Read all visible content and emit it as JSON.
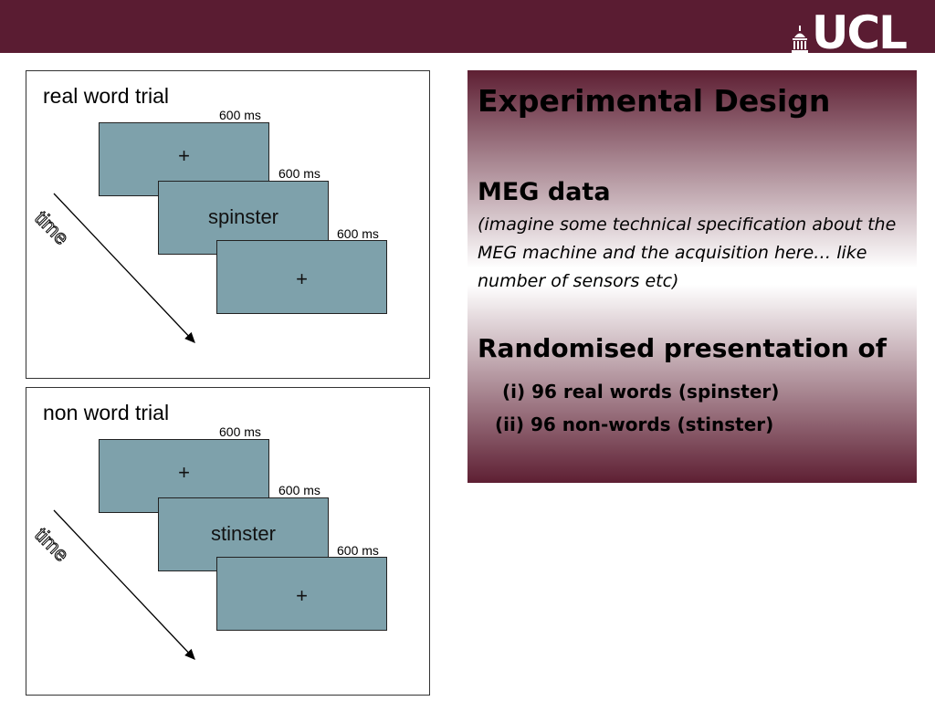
{
  "header": {
    "logo_text": "UCL",
    "bar_color": "#5a1c32"
  },
  "trials": [
    {
      "title": "real word trial",
      "stimuli": [
        "+",
        "spinster",
        "+"
      ],
      "durations": [
        "600 ms",
        "600 ms",
        "600 ms"
      ],
      "axis_label": "time"
    },
    {
      "title": "non word trial",
      "stimuli": [
        "+",
        "stinster",
        "+"
      ],
      "durations": [
        "600 ms",
        "600 ms",
        "600 ms"
      ],
      "axis_label": "time"
    }
  ],
  "design": {
    "title": "Experimental Design",
    "meg_heading": "MEG data",
    "meg_description": "(imagine some technical specification about the MEG machine and the acquisition here… like number of sensors etc)",
    "randomised_heading": "Randomised presentation of",
    "items": [
      "(i) 96 real words (spinster)",
      "(ii) 96 non-words (stinster)"
    ]
  },
  "colors": {
    "stimulus_fill": "#7ea1ab",
    "panel_gradient": "#5e1f33"
  }
}
